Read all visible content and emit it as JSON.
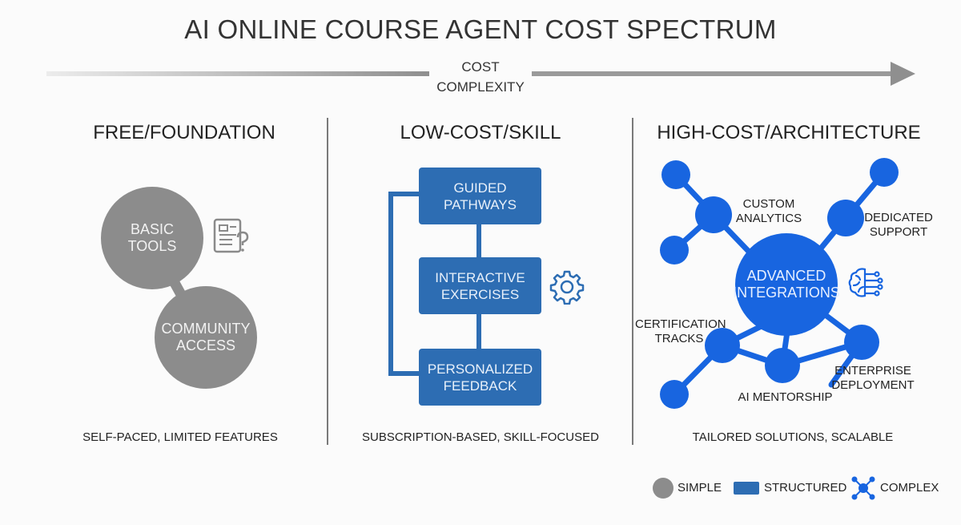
{
  "title": "AI ONLINE COURSE AGENT COST SPECTRUM",
  "axis": {
    "line1": "COST",
    "line2": "COMPLEXITY"
  },
  "columns": [
    {
      "title": "FREE/FOUNDATION",
      "nodes": [
        "BASIC\nTOOLS",
        "COMMUNITY\nACCESS"
      ],
      "caption": "SELF-PACED, LIMITED FEATURES",
      "icon": "document-question-icon"
    },
    {
      "title": "LOW-COST/SKILL",
      "nodes": [
        "GUIDED\nPATHWAYS",
        "INTERACTIVE\nEXERCISES",
        "PERSONALIZED\nFEEDBACK"
      ],
      "caption": "SUBSCRIPTION-BASED, SKILL-FOCUSED",
      "icon": "gear-icon"
    },
    {
      "title": "HIGH-COST/ARCHITECTURE",
      "hub": "ADVANCED\nINTEGRATIONS",
      "labels": {
        "custom_analytics": "CUSTOM\nANALYTICS",
        "dedicated_support": "DEDICATED\nSUPPORT",
        "certification_tracks": "CERTIFICATION\nTRACKS",
        "enterprise_deployment": "ENTERPRISE\nDEPLOYMENT",
        "ai_mentorship": "AI MENTORSHIP"
      },
      "caption": "TAILORED SOLUTIONS, SCALABLE",
      "icon": "brain-circuit-icon"
    }
  ],
  "legend": [
    {
      "label": "SIMPLE",
      "icon": "gray-circle-icon"
    },
    {
      "label": "STRUCTURED",
      "icon": "blue-rectangle-icon"
    },
    {
      "label": "COMPLEX",
      "icon": "network-icon"
    }
  ],
  "colors": {
    "gray": "#8c8c8c",
    "structured_blue": "#2d6db3",
    "complex_blue": "#1865e0",
    "divider": "#7a7a7a"
  }
}
